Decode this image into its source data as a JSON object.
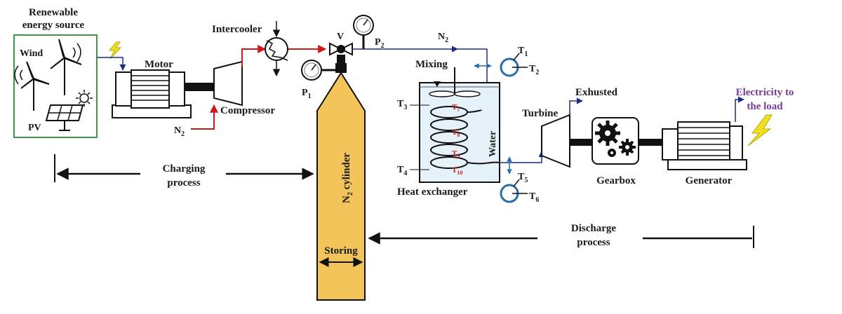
{
  "labels": {
    "renewable_line1": "Renewable",
    "renewable_line2": "energy source",
    "wind": "Wind",
    "pv": "PV",
    "motor": "Motor",
    "intercooler": "Intercooler",
    "compressor": "Compressor",
    "n2_inlet": "N",
    "n2_inlet_sub": "2",
    "valve": "V",
    "p1": "P",
    "p1_sub": "1",
    "p2": "P",
    "p2_sub": "2",
    "n2_line": "N",
    "n2_line_sub": "2",
    "mixing": "Mixing",
    "t1": "T",
    "t1_sub": "1",
    "t2": "T",
    "t2_sub": "2",
    "t3": "T",
    "t3_sub": "3",
    "t4": "T",
    "t4_sub": "4",
    "t5": "T",
    "t5_sub": "5",
    "t6": "T",
    "t6_sub": "6",
    "t7": "T",
    "t7_sub": "7",
    "t8": "T",
    "t8_sub": "8",
    "t9": "T",
    "t9_sub": "9",
    "t10": "T",
    "t10_sub": "10",
    "water": "Water",
    "heat_exchanger": "Heat exchanger",
    "exhausted": "Exhusted",
    "turbine": "Turbine",
    "gearbox": "Gearbox",
    "generator": "Generator",
    "electricity_line1": "Electricity to",
    "electricity_line2": "the load",
    "charging_line1": "Charging",
    "charging_line2": "process",
    "cylinder_n": "N",
    "cylinder_sub": "2",
    "cylinder_rest": " cylinder",
    "storing": "Storing",
    "discharge_line1": "Discharge",
    "discharge_line2": "process"
  },
  "colors": {
    "renewable_box": "#3a9a4a",
    "charge_pipe": "#cc1a1a",
    "discharge_pipe": "#1a2a8a",
    "cylinder_fill": "#f3c45a",
    "tank_water": "#e6f2fa",
    "sensor_ring": "#2a6ea8",
    "electricity_text": "#7a3a9a",
    "temp_labels": "#cc1a1a",
    "lightning": "#f0e020"
  }
}
